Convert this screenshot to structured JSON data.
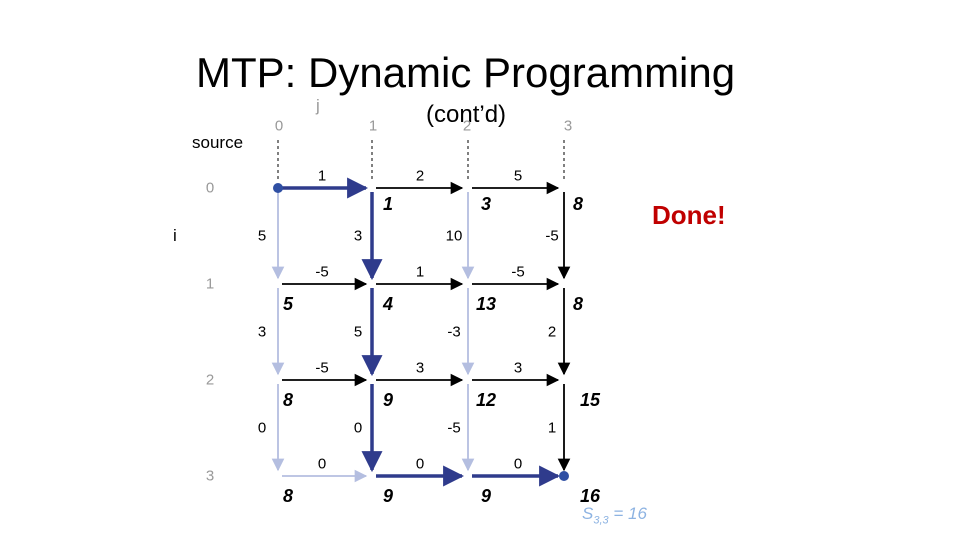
{
  "title": "MTP: Dynamic Programming",
  "subtitle": "(cont’d)",
  "source_label": "source",
  "i_label": "i",
  "j_label": "j",
  "done_label": "Done!",
  "formula": {
    "prefix": "S",
    "sub": "3,3",
    "suffix": " = 16"
  },
  "col_indices": [
    "0",
    "1",
    "2",
    "3"
  ],
  "row_indices": [
    "0",
    "1",
    "2",
    "3"
  ],
  "scores": [
    [
      "",
      "1",
      "3",
      "8"
    ],
    [
      "5",
      "4",
      "13",
      "8"
    ],
    [
      "8",
      "9",
      "12",
      "15"
    ],
    [
      "8",
      "9",
      "9",
      "16"
    ]
  ],
  "horizontal_weights": [
    [
      "1",
      "2",
      "5"
    ],
    [
      "-5",
      "1",
      "-5"
    ],
    [
      "-5",
      "3",
      "3"
    ],
    [
      "0",
      "0",
      "0"
    ]
  ],
  "vertical_weights": [
    [
      "5",
      "3",
      "10",
      "-5"
    ],
    [
      "3",
      "5",
      "-3",
      "2"
    ],
    [
      "0",
      "0",
      "-5",
      "1"
    ]
  ],
  "backtrack_path": [
    "0,0",
    "0,1",
    "1,1",
    "2,1",
    "3,1",
    "3,2",
    "3,3"
  ],
  "colors": {
    "path": "#2f3b8c",
    "edge": "#000000",
    "visited_edge": "#b4bee0",
    "node": "#2f4fa3",
    "index_text": "#999999",
    "done": "#c00000",
    "formula": "#8db3e2"
  }
}
